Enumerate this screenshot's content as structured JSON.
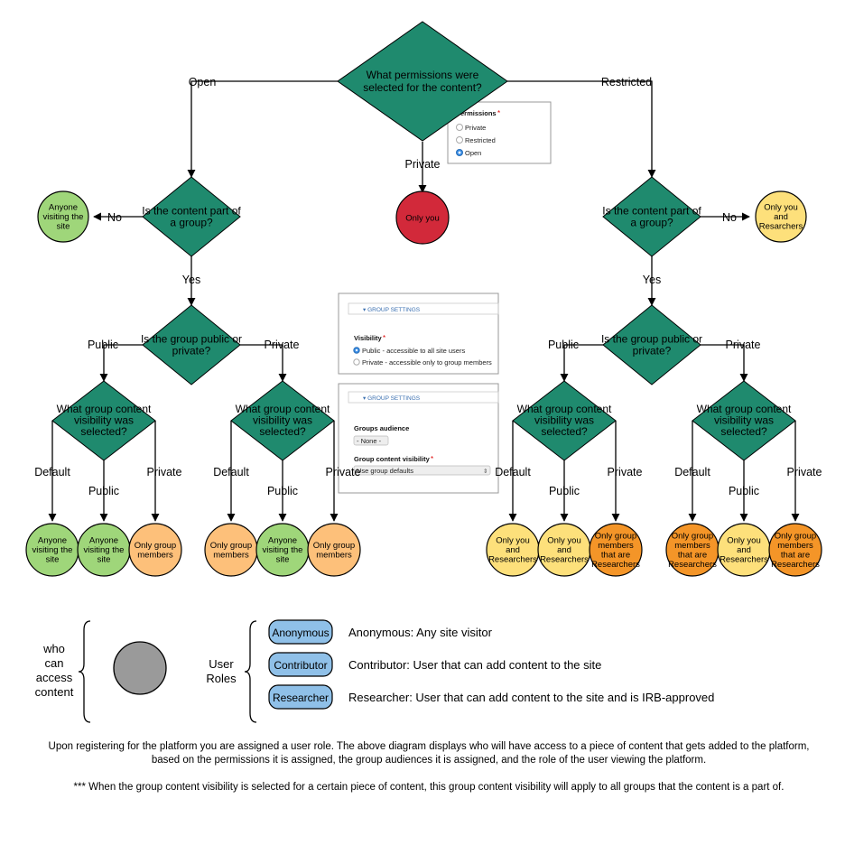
{
  "diagram": {
    "root_question": [
      "What permissions were",
      "selected for the content?"
    ],
    "branch_open": "Open",
    "branch_private": "Private",
    "branch_restricted": "Restricted",
    "group_question": [
      "Is the content part of",
      "a group?"
    ],
    "no_label": "No",
    "yes_label": "Yes",
    "public_private_question": [
      "Is the group public or",
      "private?"
    ],
    "public_label": "Public",
    "private_label": "Private",
    "visibility_question": [
      "What group content",
      "visibility was",
      "selected?"
    ],
    "default_label": "Default",
    "outcome_anyone": [
      "Anyone",
      "visiting the",
      "site"
    ],
    "outcome_only_you": "Only you",
    "outcome_you_researchers": [
      "Only you",
      "and",
      "Resarchers"
    ],
    "outcome_you_researchers_leaf": [
      "Only you",
      "and",
      "Researchers"
    ],
    "outcome_group_members": [
      "Only group",
      "members"
    ],
    "outcome_group_researchers": [
      "Only group",
      "members",
      "that are",
      "Researchers"
    ]
  },
  "permissions_panel": {
    "title": "Permissions",
    "required_mark": "*",
    "options": [
      "Private",
      "Restricted",
      "Open"
    ],
    "selected": "Open"
  },
  "group_settings_1": {
    "header": "▾ GROUP SETTINGS",
    "field_label": "Visibility",
    "required_mark": "*",
    "options": [
      "Public - accessible to all site users",
      "Private - accessible only to group members"
    ],
    "selected": "Public - accessible to all site users"
  },
  "group_settings_2": {
    "header": "▾ GROUP SETTINGS",
    "audience_label": "Groups audience",
    "audience_value": "- None -",
    "visibility_label": "Group content visibility",
    "required_mark": "*",
    "visibility_value": "Use group defaults"
  },
  "legend": {
    "access_label": [
      "who",
      "can",
      "access",
      "content"
    ],
    "roles_label": [
      "User",
      "Roles"
    ],
    "roles": [
      {
        "name": "Anonymous",
        "description": "Anonymous: Any site visitor"
      },
      {
        "name": "Contributor",
        "description": "Contributor: User that can add content to the site"
      },
      {
        "name": "Researcher",
        "description": "Researcher: User that can add content to the site and is IRB-approved"
      }
    ]
  },
  "notes": {
    "note1": "Upon registering for the platform you are assigned a user role.  The above diagram displays who will have access to a piece of content that gets added to the platform, based on the permissions it is assigned, the group audiences it is assigned, and the role of the user viewing the platform.",
    "note2": "*** When the group content visibility is selected for a certain piece of content, this group content visibility will apply to all groups that the content is a part of."
  },
  "colors": {
    "decision": "#1f8a6e",
    "anyone": "#9fd67a",
    "only_you": "#d2293a",
    "you_researchers": "#fde07b",
    "group_members": "#fdc07a",
    "group_researchers": "#f49528",
    "role_pill": "#8fc0e8",
    "legend_circle": "#9a9a9a"
  }
}
